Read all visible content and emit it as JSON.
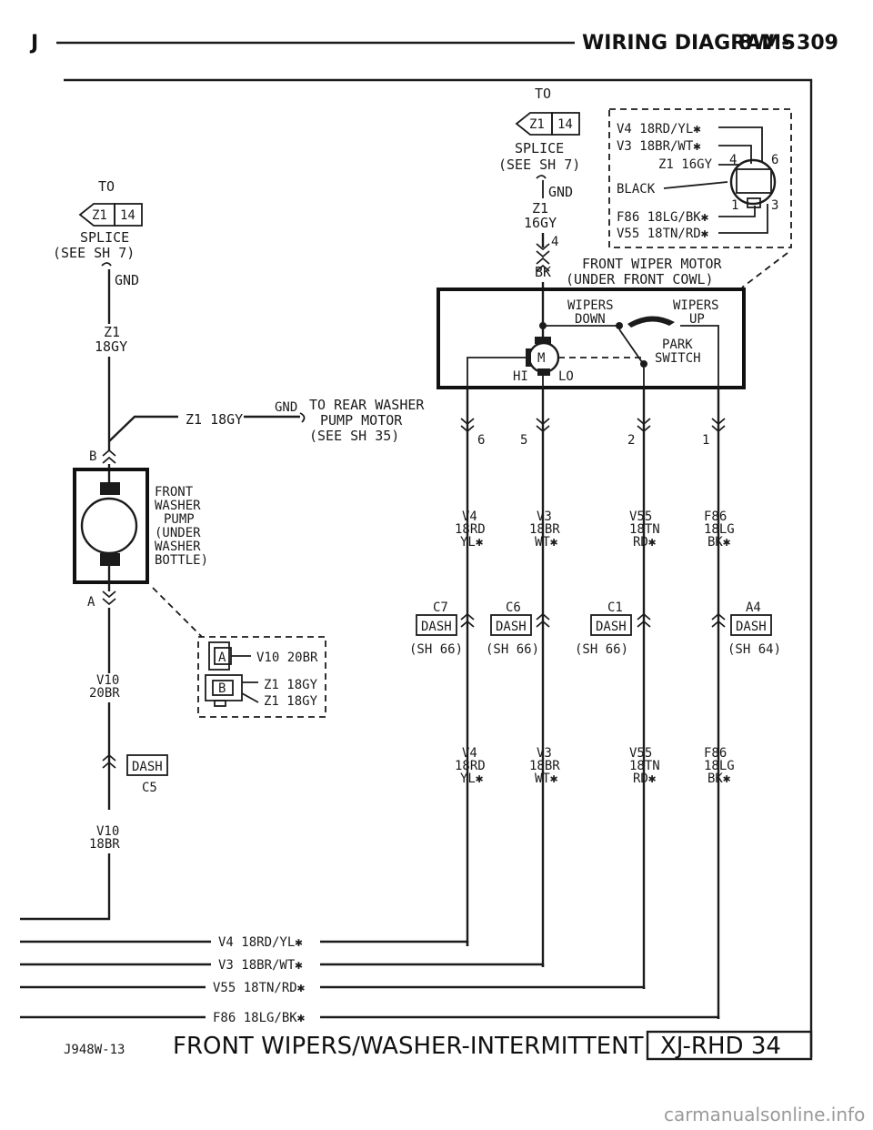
{
  "header": {
    "letter": "J",
    "title": "WIRING DIAGRAMS",
    "page": "8W - 309"
  },
  "splice_top": {
    "to": "TO",
    "code": "Z1",
    "num": "14",
    "line1": "SPLICE",
    "line2": "(SEE SH 7)",
    "gnd": "GND",
    "wire1": "Z1",
    "wire2": "16GY",
    "pin": "4",
    "color": "BK"
  },
  "splice_left": {
    "to": "TO",
    "code": "Z1",
    "num": "14",
    "line1": "SPLICE",
    "line2": "(SEE SH 7)",
    "gnd": "GND",
    "wire1": "Z1",
    "wire2": "18GY"
  },
  "motor_connector": {
    "rows": [
      "V4 18RD/YL✱",
      "V3 18BR/WT✱",
      "Z1 16GY",
      "BLACK",
      "F86 18LG/BK✱",
      "V55 18TN/RD✱"
    ],
    "pins": [
      "4",
      "6",
      "1",
      "3"
    ]
  },
  "motor": {
    "label1": "FRONT WIPER MOTOR",
    "label2": "(UNDER FRONT COWL)",
    "wipers_down": [
      "WIPERS",
      "DOWN"
    ],
    "wipers_up": [
      "WIPERS",
      "UP"
    ],
    "park": [
      "PARK",
      "SWITCH"
    ],
    "m": "M",
    "hi": "HI",
    "lo": "LO"
  },
  "rear_washer": {
    "wire": "Z1 18GY",
    "gnd": "GND",
    "line1": "TO REAR WASHER",
    "line2": "PUMP MOTOR",
    "line3": "(SEE SH 35)"
  },
  "washer_pump": {
    "pin_top": "B",
    "pin_bottom": "A",
    "lines": [
      "FRONT",
      "WASHER",
      "PUMP",
      "(UNDER",
      "WASHER",
      "BOTTLE)"
    ]
  },
  "pump_connector": {
    "a": "A",
    "b": "B",
    "rows": [
      "V10 20BR",
      "Z1 18GY",
      "Z1 18GY"
    ]
  },
  "wires": [
    {
      "pin": "6",
      "c1": "V4",
      "c2": "18RD",
      "c3": "YL✱",
      "conn": "C7",
      "dash": "DASH",
      "sh": "(SH 66)"
    },
    {
      "pin": "5",
      "c1": "V3",
      "c2": "18BR",
      "c3": "WT✱",
      "conn": "C6",
      "dash": "DASH",
      "sh": "(SH 66)"
    },
    {
      "pin": "2",
      "c1": "V55",
      "c2": "18TN",
      "c3": "RD✱",
      "conn": "C1",
      "dash": "DASH",
      "sh": "(SH 66)"
    },
    {
      "pin": "1",
      "c1": "F86",
      "c2": "18LG",
      "c3": "BK✱",
      "conn": "A4",
      "dash": "DASH",
      "sh": "(SH 64)"
    }
  ],
  "left_wire": {
    "w1": "V10",
    "w2": "20BR",
    "dash": "DASH",
    "conn": "C5",
    "w3": "V10",
    "w4": "18BR"
  },
  "bottom_wires": [
    "V4 18RD/YL✱",
    "V3 18BR/WT✱",
    "V55 18TN/RD✱",
    "F86 18LG/BK✱"
  ],
  "footer": {
    "code": "J948W-13",
    "title": "FRONT WIPERS/WASHER-INTERMITTENT",
    "sheet": "XJ-RHD 34"
  },
  "watermark": "carmanualsonline.info"
}
